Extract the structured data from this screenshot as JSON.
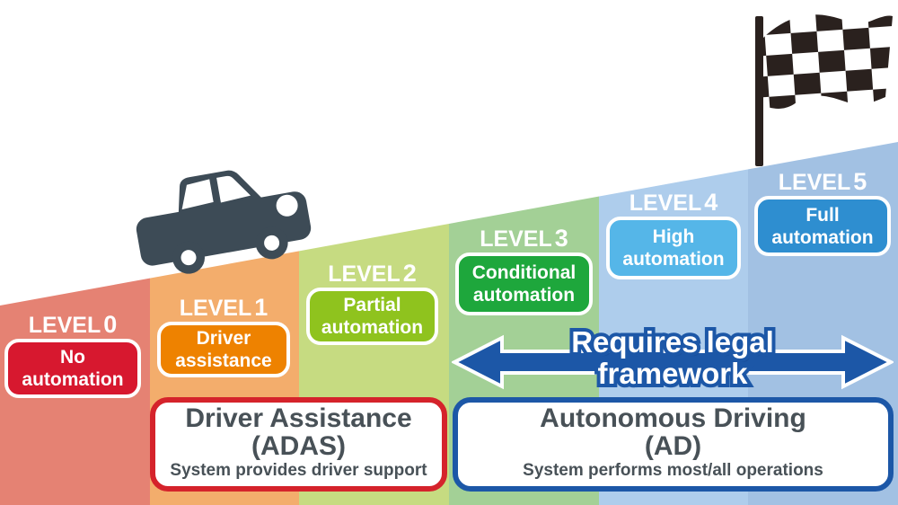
{
  "diagram": {
    "levels": [
      {
        "word": "LEVEL",
        "number": "0",
        "box_line1": "No",
        "box_line2": "automation",
        "band_color": "#e58273",
        "box_color": "#d7182f"
      },
      {
        "word": "LEVEL",
        "number": "1",
        "box_line1": "Driver",
        "box_line2": "assistance",
        "band_color": "#f3ad6c",
        "box_color": "#ee8200"
      },
      {
        "word": "LEVEL",
        "number": "2",
        "box_line1": "Partial",
        "box_line2": "automation",
        "band_color": "#c6db81",
        "box_color": "#8fc31e"
      },
      {
        "word": "LEVEL",
        "number": "3",
        "box_line1": "Conditional",
        "box_line2": "automation",
        "band_color": "#a3d096",
        "box_color": "#1ea73c"
      },
      {
        "word": "LEVEL",
        "number": "4",
        "box_line1": "High",
        "box_line2": "automation",
        "band_color": "#aecdec",
        "box_color": "#55b6e8"
      },
      {
        "word": "LEVEL",
        "number": "5",
        "box_line1": "Full",
        "box_line2": "automation",
        "band_color": "#a2c1e3",
        "box_color": "#2e8ed0"
      }
    ],
    "arrow": {
      "line1": "Requires legal",
      "line2": "framework",
      "color": "#1c57a7"
    },
    "adas_box": {
      "title1": "Driver Assistance",
      "title2": "(ADAS)",
      "subtitle": "System provides driver support",
      "border_color": "#d5232b",
      "text_color": "#485157"
    },
    "ad_box": {
      "title1": "Autonomous Driving",
      "title2": "(AD)",
      "subtitle": "System performs most/all operations",
      "border_color": "#1c57a7",
      "text_color": "#485157"
    },
    "icons": {
      "car_color": "#3d4b56",
      "flag_color": "#2a211e"
    }
  }
}
